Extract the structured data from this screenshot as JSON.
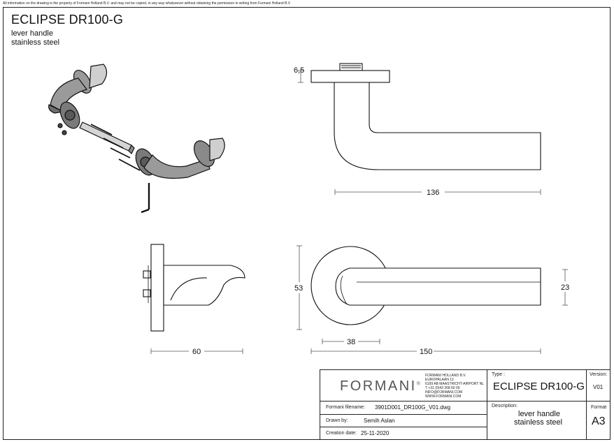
{
  "disclaimer": "All information on the drawing is the property of Formani Holland B.V. and may not be copied, in any way whatsoever without obtaining the permission in writing from Formani Holland B.V",
  "header": {
    "title": "ECLIPSE DR100-G",
    "line1": "lever handle",
    "line2": "stainless steel"
  },
  "dimensions": {
    "top_thickness": "6,5",
    "top_length": "136",
    "side_depth": "60",
    "front_height": "53",
    "front_grip": "23",
    "front_rose_offset": "38",
    "front_length": "150"
  },
  "title_block": {
    "logo": "FORMANI",
    "logo_mark": "®",
    "address": [
      "FORMANI HOLLAND B.V.",
      "EUROPALAAN 12",
      "6199 AB MAASTRICHT-AIRPORT NL",
      "T +31 (0)43 358 60 00",
      "INFO@FORMANI.COM",
      "WWW.FORMANI.COM"
    ],
    "filename_label": "Formani filename:",
    "filename": "3901D001_DR100G_V01.dwg",
    "drawn_label": "Drawn by:",
    "drawn_by": "Semih Aslan",
    "date_label": "Creation date:",
    "date": "25-11-2020",
    "type_label": "Type :",
    "type": "ECLIPSE DR100-G",
    "version_label": "Version:",
    "version": "V01",
    "description_label": "Description:",
    "description1": "lever handle",
    "description2": "stainless steel",
    "format_label": "Format",
    "format": "A3"
  }
}
